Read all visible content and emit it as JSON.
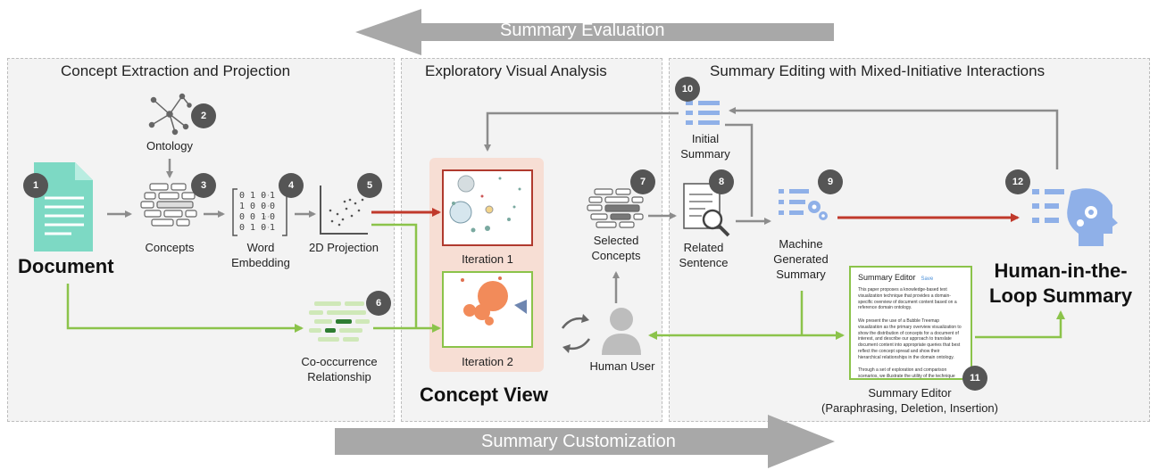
{
  "arrows": {
    "top_label": "Summary Evaluation",
    "bottom_label": "Summary Customization"
  },
  "panels": {
    "left_title": "Concept Extraction and Projection",
    "middle_title": "Exploratory Visual Analysis",
    "right_title": "Summary Editing with Mixed-Initiative Interactions"
  },
  "nodes": {
    "document": "Document",
    "ontology": "Ontology",
    "concepts": "Concepts",
    "word_embedding": "Word\nEmbedding",
    "projection": "2D Projection",
    "cooccurrence": "Co-occurrence\nRelationship",
    "iteration1": "Iteration 1",
    "iteration2": "Iteration 2",
    "concept_view": "Concept View",
    "selected_concepts": "Selected\nConcepts",
    "human_user": "Human User",
    "initial_summary": "Initial\nSummary",
    "related_sentence": "Related\nSentence",
    "machine_summary": "Machine\nGenerated\nSummary",
    "hitl_summary": "Human-in-the-\nLoop Summary",
    "summary_editor": "Summary Editor\n(Paraphrasing, Deletion, Insertion)"
  },
  "badges": [
    "1",
    "2",
    "3",
    "4",
    "5",
    "6",
    "7",
    "8",
    "9",
    "10",
    "11",
    "12"
  ],
  "editor": {
    "title": "Summary Editor",
    "link": "Save",
    "paragraphs": [
      "This paper proposes a knowledge-based text visualization technique that provides a domain-specific overview of document content based on a reference domain ontology.",
      "We present the use of a Bubble Treemap visualization as the primary overview visualization to show the distribution of concepts for a document of interest, and describe our approach to translate document content into appropriate queries that best reflect the concept spread and show their hierarchical relationships in the domain ontology.",
      "Through a set of exploration and comparison scenarios, we illustrate the utility of the technique and discuss its extension to other domains."
    ]
  },
  "colors": {
    "red_arrow": "#c0392b",
    "green_arrow": "#8bc34a",
    "gray_arrow": "#8c8c8c",
    "doc_teal": "#7dd9c4",
    "icon_blue": "#8fb0e8",
    "bubble_orange": "#f28b5a",
    "iteration_bg": "#f7ded4"
  }
}
